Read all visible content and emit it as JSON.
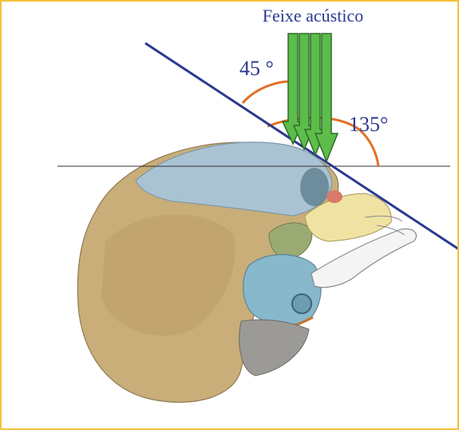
{
  "diagram": {
    "beam_label": "Feixe acústico",
    "angle_small_label": "45 °",
    "angle_large_label": "135°"
  },
  "colors": {
    "frame_border": "#f2c23a",
    "incidence_line": "#2b3990",
    "angle_arc": "#e07026",
    "beam_arrow": "#5cbd4a",
    "skull_parietal": "#c9ae79",
    "skull_frontal": "#a9c3d3",
    "skull_temporal": "#87b8cc",
    "skull_occipital_detail": "#9aaa72"
  },
  "icons": {
    "beam": "down-arrows-icon",
    "skull": "fetal-skull-illustration"
  }
}
